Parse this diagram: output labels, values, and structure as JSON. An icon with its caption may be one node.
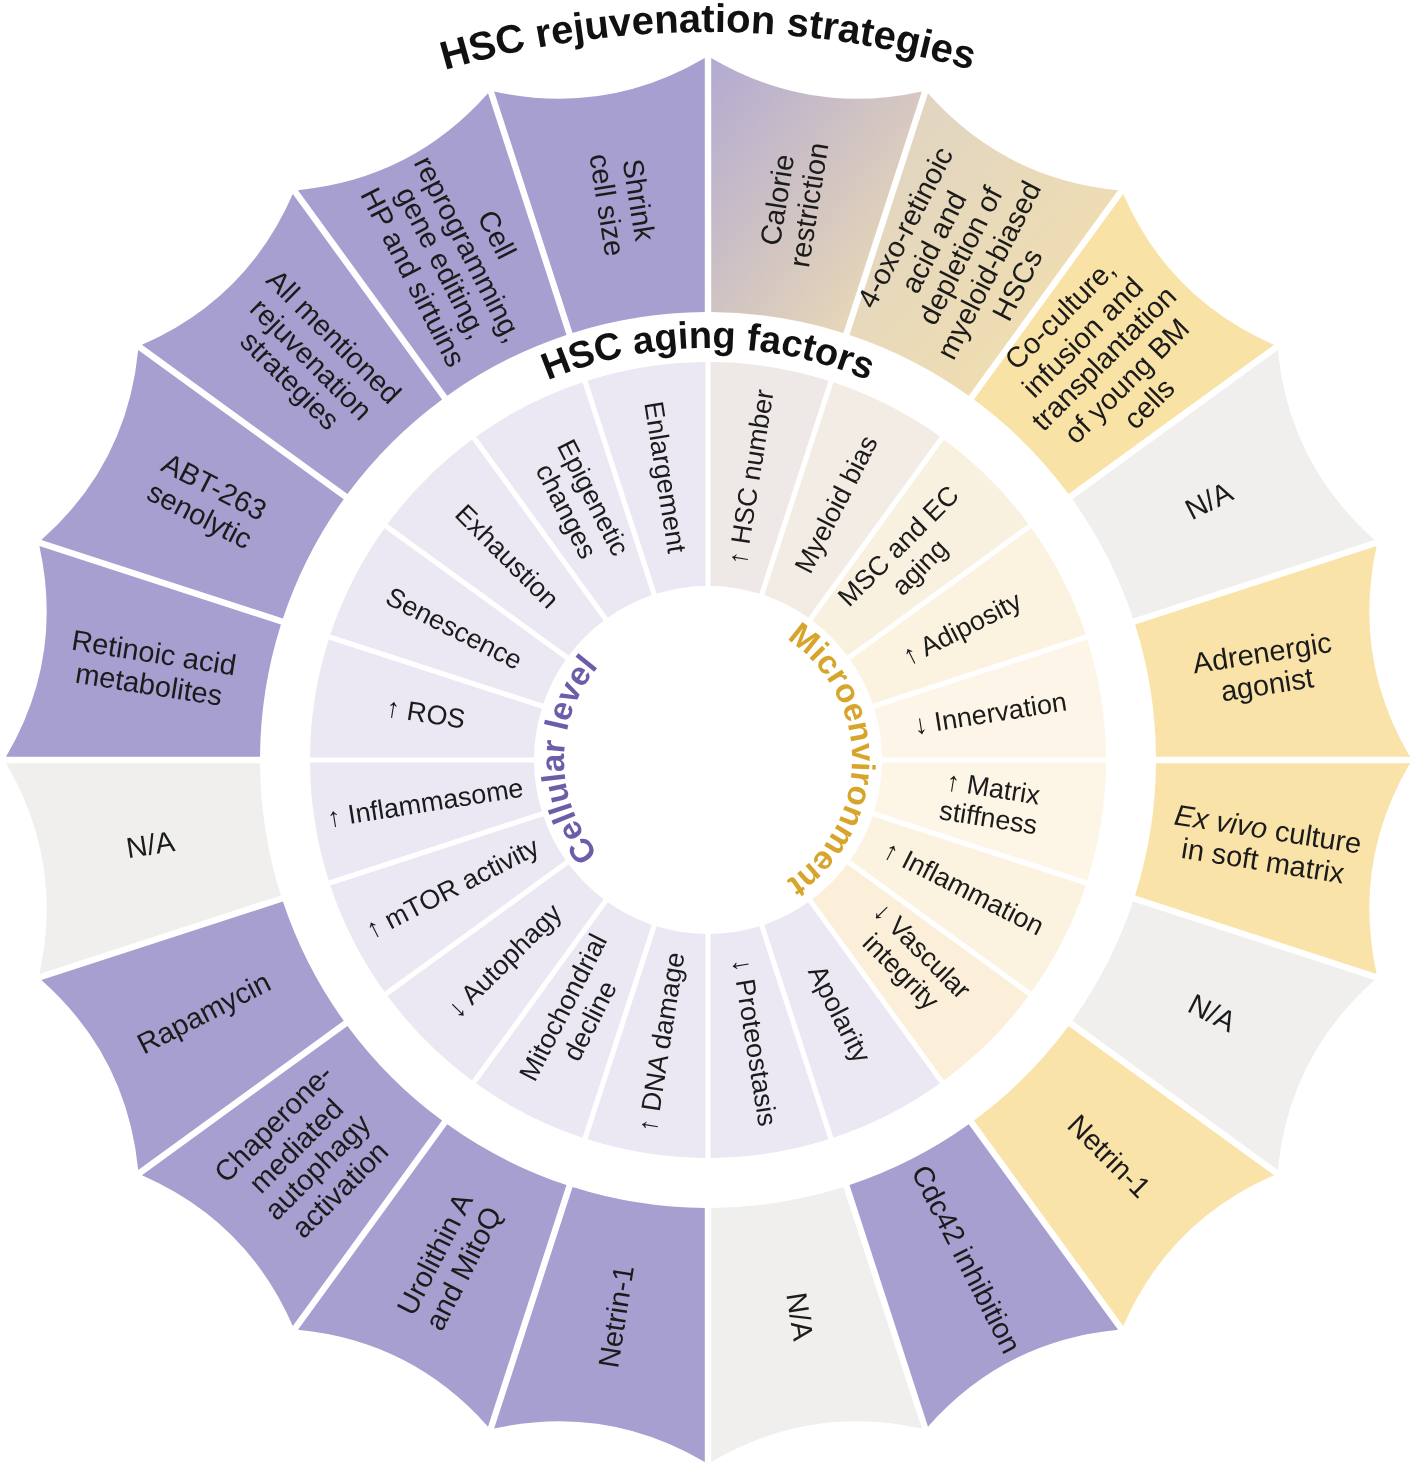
{
  "diagram": {
    "nodes": [
      {
        "text": [
          "Calorie restriction"
        ]
      },
      {
        "text": [
          "4-oxo-retinoic acid and depletion of myeloid-biased HSCs"
        ]
      },
      {
        "text": [
          "Co-culture, infusion and transplantation of young BM cells"
        ]
      },
      {
        "text": [
          "N/A"
        ]
      },
      {
        "text": [
          "Adrenergic agonist"
        ]
      },
      {
        "text": [
          "*Ex vivo* culture in soft matrix"
        ]
      },
      {
        "text": [
          "N/A"
        ]
      },
      {
        "text": [
          "Netrin-1"
        ]
      },
      {
        "text": [
          "Cdc42 inhibition"
        ]
      },
      {
        "text": [
          "N/A"
        ]
      },
      {
        "text": [
          "Netrin-1"
        ]
      },
      {
        "text": [
          "Urolithin A and MitoQ"
        ]
      },
      {
        "text": [
          "Chaperone-mediated autophagy activation"
        ]
      },
      {
        "text": [
          "Rapamycin"
        ]
      },
      {
        "text": [
          "N/A"
        ]
      },
      {
        "text": [
          "Retinoic acid metabolites"
        ]
      },
      {
        "text": [
          "ABT-263 senolytic"
        ]
      },
      {
        "text": [
          "All mentioned rejuvenation strategies"
        ]
      },
      {
        "text": [
          "Cell reprogramming, gene editing, HP and sirtuins"
        ]
      },
      {
        "text": [
          "Shrink cell size"
        ]
      },
      {
        "text": [
          "↑ HSC number"
        ]
      },
      {
        "text": [
          "Myeloid bias"
        ]
      },
      {
        "text": [
          "MSC and EC aging"
        ]
      },
      {
        "text": [
          "↑ Adiposity"
        ]
      },
      {
        "text": [
          "↓ Innervation"
        ]
      },
      {
        "text": [
          "↑ Matrix stiffness"
        ]
      },
      {
        "text": [
          "↑ Inflammation"
        ]
      },
      {
        "text": [
          "↓ Vascular integrity"
        ]
      },
      {
        "text": [
          "Apolarity"
        ]
      },
      {
        "text": [
          "↓ Proteostasis"
        ]
      },
      {
        "text": [
          "↑ DNA damage"
        ]
      },
      {
        "text": [
          "Mitochondrial decline"
        ]
      },
      {
        "text": [
          "↓ Autophagy"
        ]
      },
      {
        "text": [
          "↑ mTOR activity"
        ]
      },
      {
        "text": [
          "↑ Inflammasome"
        ]
      },
      {
        "text": [
          "↑ ROS"
        ]
      },
      {
        "text": [
          "Senescence"
        ]
      },
      {
        "text": [
          "Exhaustion"
        ]
      },
      {
        "text": [
          "Epigenetic changes"
        ]
      },
      {
        "text": [
          "Enlargement"
        ]
      }
    ],
    "labels": [
      "HSC rejuvenation strategies",
      "HSC aging factors",
      "Cellular level",
      "Microenvironment"
    ]
  }
}
